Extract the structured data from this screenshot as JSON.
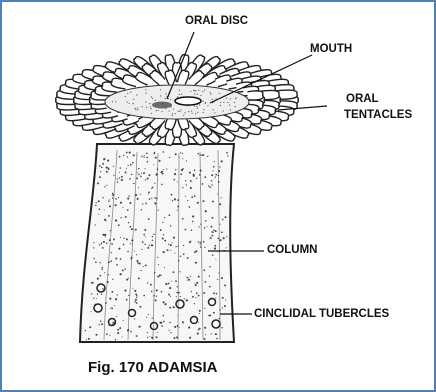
{
  "diagram": {
    "labels": {
      "oral_disc": "ORAL DISC",
      "mouth": "MOUTH",
      "oral_tentacles_line1": "ORAL",
      "oral_tentacles_line2": "TENTACLES",
      "column": "COLUMN",
      "cinclidal_tubercles": "CINCLIDAL TUBERCLES"
    },
    "caption": "Fig. 170 ADAMSIA"
  },
  "colors": {
    "frame_border": "#4f81bd",
    "ink": "#111111"
  }
}
